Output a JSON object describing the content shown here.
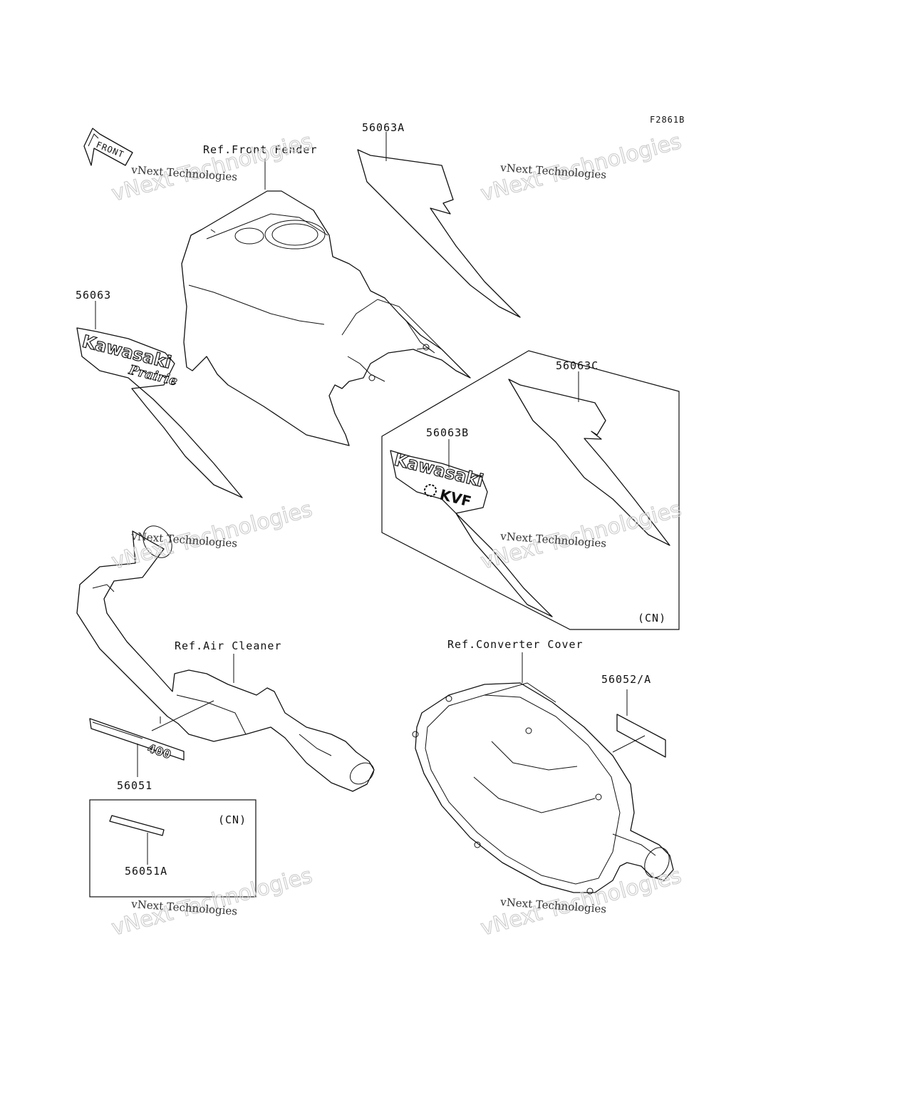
{
  "figure_code": "F2861B",
  "direction": {
    "label": "FRONT",
    "icon": "front-arrow-icon"
  },
  "callouts": {
    "front_fender": "Ref.Front Fender",
    "air_cleaner": "Ref.Air Cleaner",
    "converter_cover": "Ref.Converter Cover",
    "p56063A": "56063A",
    "p56063": "56063",
    "p56063C": "56063C",
    "p56063B": "56063B",
    "p56052A": "56052/A",
    "p56051": "56051",
    "p56051A": "56051A"
  },
  "region_tags": {
    "cn_upper": "(CN)",
    "cn_lower": "(CN)"
  },
  "decal_text": {
    "brand": "Kawasaki",
    "model_prairie": "Prairie",
    "model_kvf": "KVF",
    "engine_size": "400"
  },
  "watermark": {
    "line1": "vNext Technologies",
    "line2": "vNext Technologies"
  }
}
